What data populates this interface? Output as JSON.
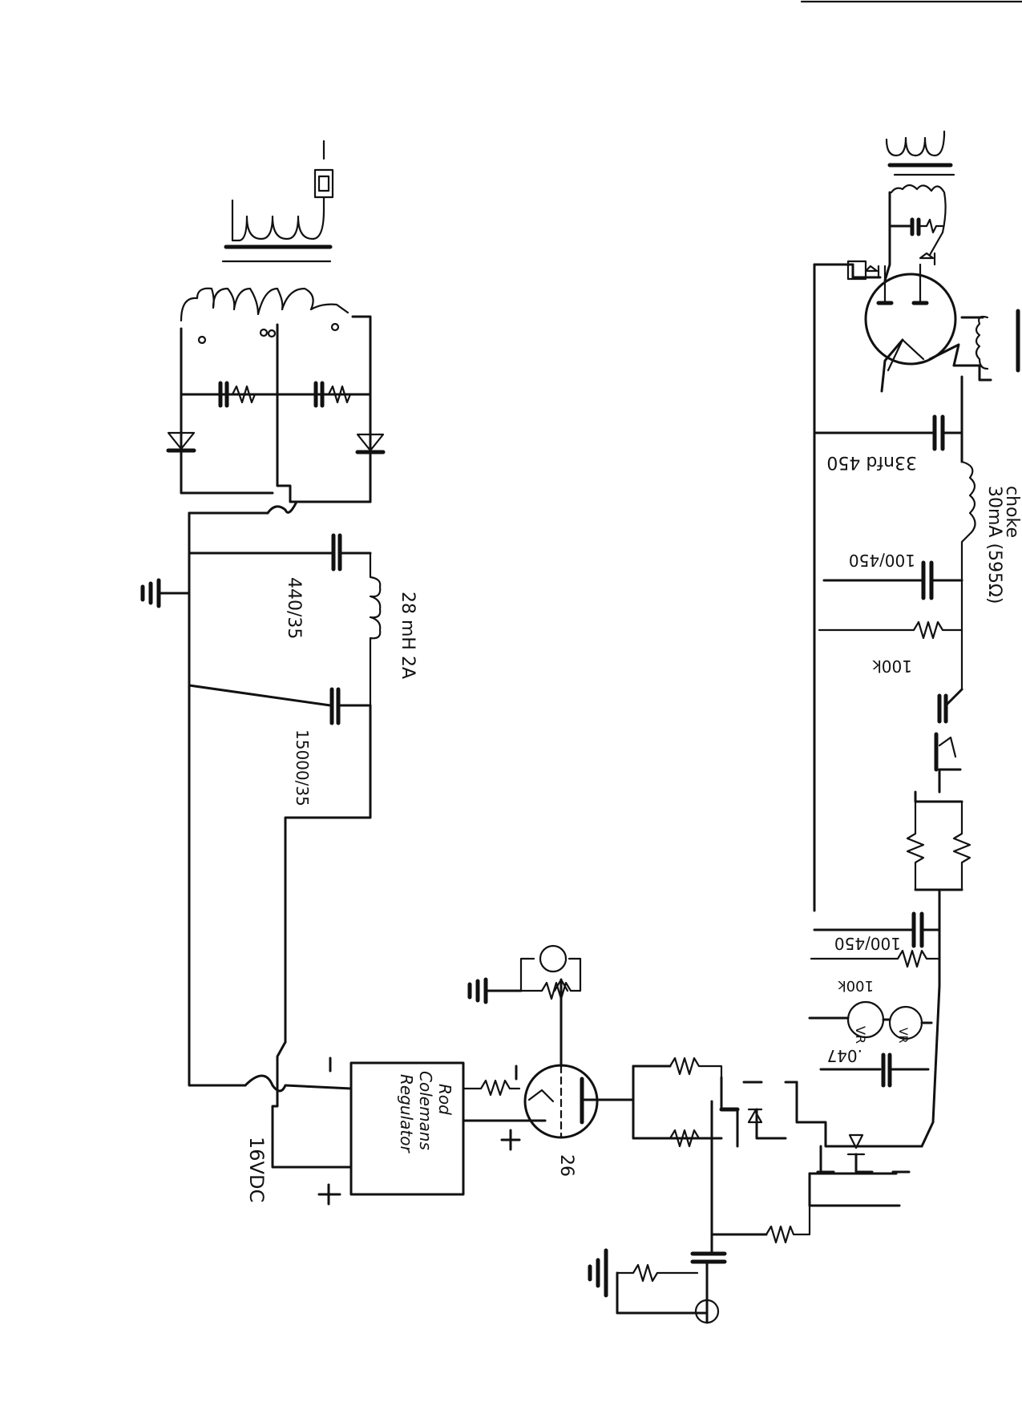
{
  "psu": {
    "cap_1": "440/35",
    "choke_1": "28 mH 2A",
    "cap_2": "15000/35",
    "supply_voltage": "16VDC",
    "plus_sign": "+",
    "regulator_line_1": "Rod",
    "regulator_line_2": "Colemans",
    "regulator_line_3": "Regulator",
    "reg_out_plus": "+",
    "tube_label": "26"
  },
  "hv": {
    "cap_top": "33nfd 450",
    "choke_label_1": "choke",
    "choke_label_2": "30mA (595Ω)",
    "cap_mid": "100/450",
    "res_mid": "100k",
    "cap_low": "100/450",
    "res_low": "100k",
    "vr_1": "VR",
    "vr_2": "VR",
    "cap_bottom": ".047"
  }
}
